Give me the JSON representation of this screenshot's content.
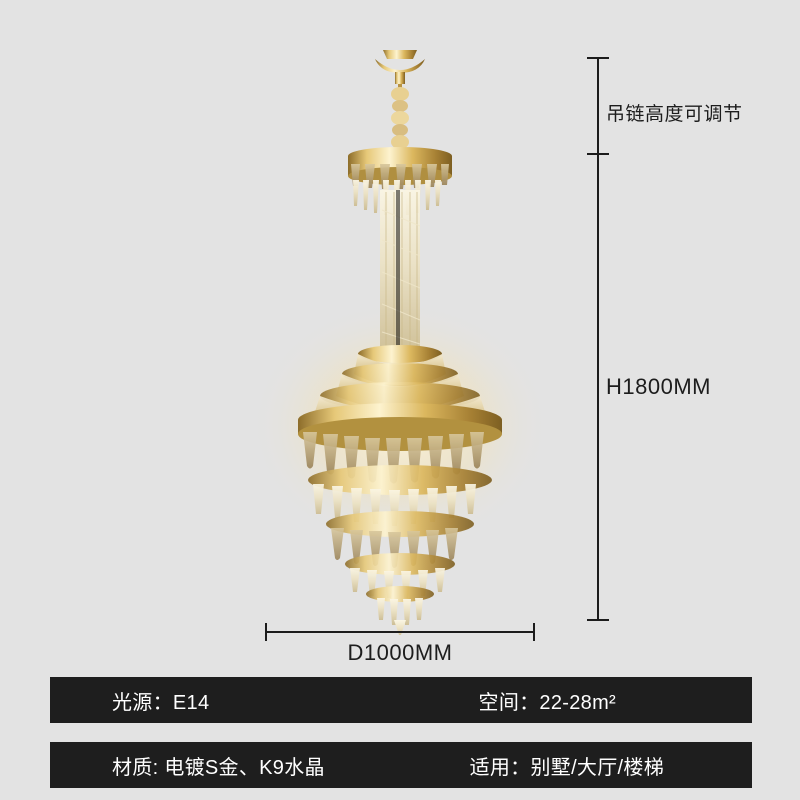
{
  "background_color": "#e3e3e3",
  "product": {
    "name": "crystal-chandelier",
    "finish_color": "#c9a24a",
    "crystal_color": "#e8ddc3"
  },
  "dimensions": {
    "chain_label": "吊链高度可调节",
    "height_label": "H1800MM",
    "width_label": "D1000MM",
    "line_color": "#1c1c1c"
  },
  "specs": {
    "bar_color": "#1e1e1e",
    "text_color": "#ffffff",
    "rows": [
      {
        "left_label": "光源：E14",
        "right_label": "空间：22-28m²"
      },
      {
        "left_label": "材质: 电镀S金、K9水晶",
        "right_label": "适用：别墅/大厅/楼梯"
      }
    ]
  }
}
